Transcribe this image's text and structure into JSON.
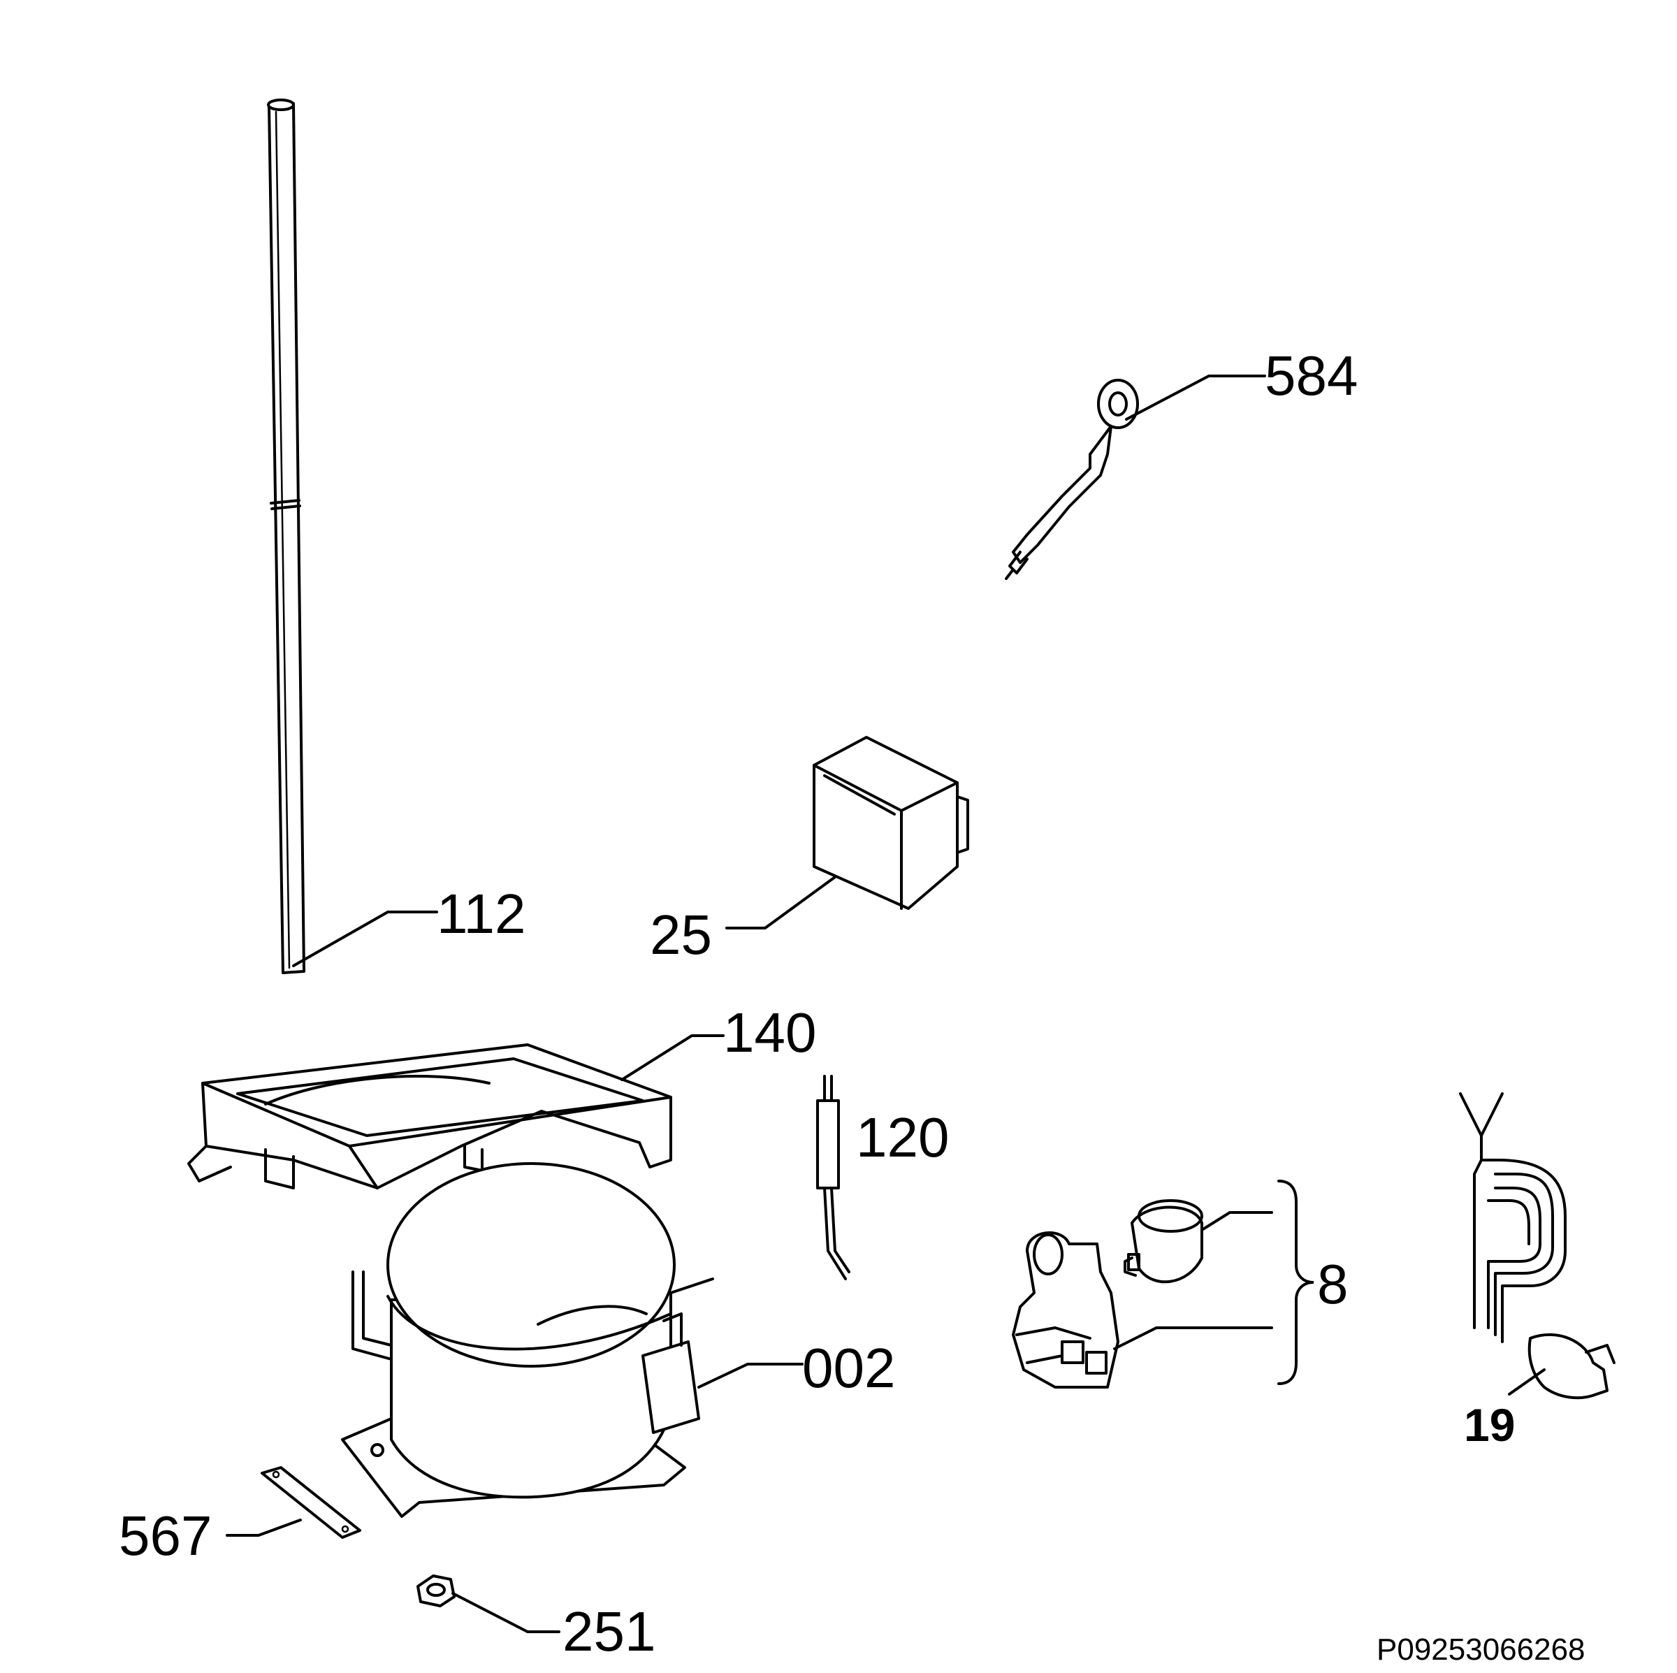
{
  "labels": {
    "l584": "584",
    "l112": "112",
    "l25": "25",
    "l140": "140",
    "l120": "120",
    "l8": "8",
    "l002": "002",
    "l19": "19",
    "l567": "567",
    "l251": "251"
  },
  "drawing_code": "P09253066268"
}
